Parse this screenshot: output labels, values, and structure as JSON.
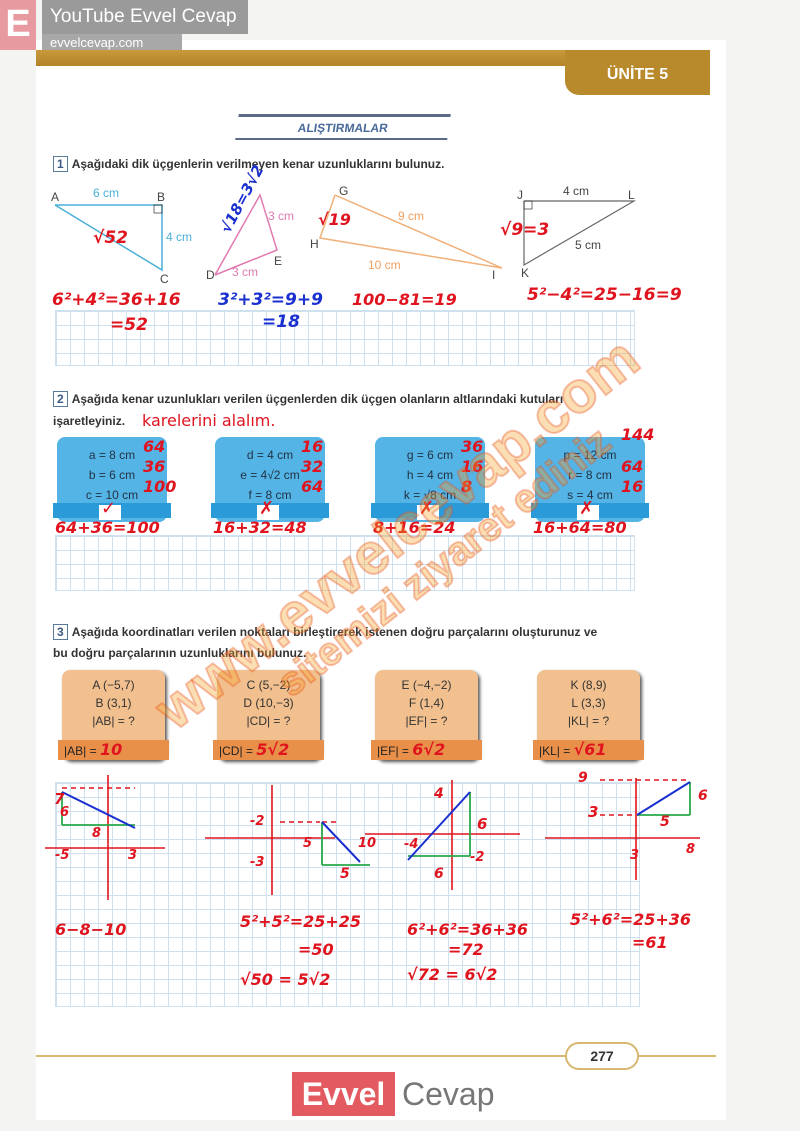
{
  "watermark": {
    "logo_letter": "E",
    "channel": "YouTube Evvel Cevap",
    "site": "evvelcevap.com",
    "diag1": "www.evvelcevap.com",
    "diag2": "sitemizi ziyaret ediniz",
    "footer_left": "Evvel",
    "footer_right": "Cevap"
  },
  "header": {
    "unit": "ÜNİTE 5",
    "section": "ALIŞTIRMALAR"
  },
  "q1": {
    "num": "1",
    "text": "Aşağıdaki dik üçgenlerin verilmeyen kenar uzunluklarını bulunuz.",
    "labels": {
      "A": "A",
      "B": "B",
      "C": "C",
      "D": "D",
      "E": "E",
      "G": "G",
      "H": "H",
      "I": "I",
      "J": "J",
      "K": "K",
      "L": "L"
    },
    "sides": {
      "ab": "6 cm",
      "bc": "4 cm",
      "ef": "3 cm",
      "de": "3 cm",
      "gi": "9 cm",
      "hi": "10 cm",
      "jl": "4 cm",
      "kl": "5 cm"
    },
    "hand": {
      "t1": "√52",
      "t2": "√18=3√2",
      "t3": "√19",
      "t4": "√9=3",
      "c1a": "6²+4²=36+16",
      "c1b": "=52",
      "c2a": "3²+3²=9+9",
      "c2b": "=18",
      "c3": "100−81=19",
      "c4": "5²−4²=25−16=9"
    }
  },
  "q2": {
    "num": "2",
    "text1": "Aşağıda kenar uzunlukları verilen üçgenlerden dik üçgen olanların altlarındaki kutuları",
    "text2": "işaretleyiniz.",
    "note": "karelerini alalım.",
    "boxes": [
      {
        "lines": [
          "a = 8 cm",
          "b = 6 cm",
          "c = 10 cm"
        ],
        "sq": [
          "64",
          "36",
          "100"
        ],
        "mark": "✓",
        "calc": "64+36=100"
      },
      {
        "lines": [
          "d = 4 cm",
          "e = 4√2 cm",
          "f = 8 cm"
        ],
        "sq": [
          "16",
          "32",
          "64"
        ],
        "mark": "✗",
        "calc": "16+32=48"
      },
      {
        "lines": [
          "g = 6 cm",
          "h = 4 cm",
          "k = √8 cm"
        ],
        "sq": [
          "36",
          "16",
          "8"
        ],
        "mark": "✗",
        "calc": "8+16=24"
      },
      {
        "lines": [
          "p = 12 cm",
          "r = 8 cm",
          "s = 4 cm"
        ],
        "sq": [
          "144",
          "64",
          "16"
        ],
        "mark": "✗",
        "calc": "16+64=80"
      }
    ]
  },
  "q3": {
    "num": "3",
    "text1": "Aşağıda koordinatları verilen noktaları birleştirerek istenen doğru parçalarını oluşturunuz ve",
    "text2": "bu doğru parçalarının uzunluklarını bulunuz.",
    "boxes": [
      {
        "lines": [
          "A (−5,7)",
          "B (3,1)",
          "|AB| = ?"
        ],
        "ans_label": "|AB| =",
        "ans": "10"
      },
      {
        "lines": [
          "C (5,−2)",
          "D (10,−3)",
          "|CD| = ?"
        ],
        "ans_label": "|CD| =",
        "ans": "5√2"
      },
      {
        "lines": [
          "E (−4,−2)",
          "F (1,4)",
          "|EF| = ?"
        ],
        "ans_label": "|EF| =",
        "ans": "6√2"
      },
      {
        "lines": [
          "K (8,9)",
          "L (3,3)",
          "|KL| = ?"
        ],
        "ans_label": "|KL| =",
        "ans": "√61"
      }
    ],
    "hand": {
      "g1": "6−8−10",
      "g2a": "5²+5²=25+25",
      "g2b": "=50",
      "g2c": "√50 = 5√2",
      "g3a": "6²+6²=36+36",
      "g3b": "=72",
      "g3c": "√72 = 6√2",
      "g4a": "5²+6²=25+36",
      "g4b": "=61"
    },
    "axis": {
      "a1": "7",
      "a2": "-5",
      "a3": "3",
      "a4": "6",
      "a5": "8",
      "b1": "-2",
      "b2": "-3",
      "b3": "5",
      "b4": "10",
      "b5": "5",
      "c1": "4",
      "c2": "-4",
      "c3": "6",
      "c4": "-2",
      "c5": "6",
      "d1": "9",
      "d2": "3",
      "d3": "3",
      "d4": "8",
      "d5": "6",
      "d6": "5"
    }
  },
  "footer": {
    "page": "277"
  }
}
